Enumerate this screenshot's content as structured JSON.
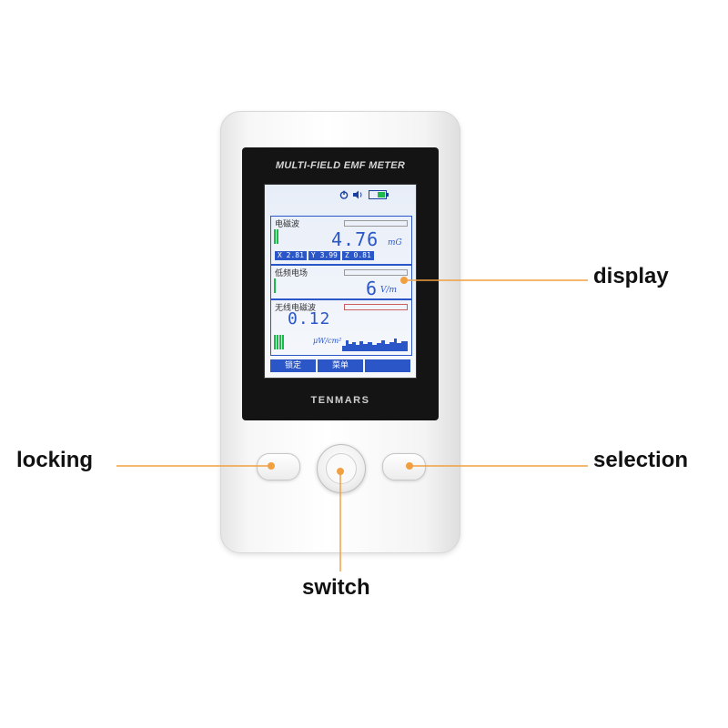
{
  "device": {
    "model_label": "MULTI-FIELD EMF METER",
    "brand": "TENMARS"
  },
  "screen": {
    "panel1": {
      "title": "电磁波",
      "value": "4.76",
      "unit": "mG",
      "axes": [
        {
          "label": "X",
          "value": "2.81"
        },
        {
          "label": "Y",
          "value": "3.99"
        },
        {
          "label": "Z",
          "value": "0.81"
        }
      ]
    },
    "panel2": {
      "title": "低频电场",
      "value": "6",
      "unit": "V/m"
    },
    "panel3": {
      "title": "无线电磁波",
      "value": "0.12",
      "unit": "μW/cm²"
    },
    "soft_keys": [
      "锁定",
      "菜单",
      ""
    ]
  },
  "callouts": {
    "display": "display",
    "locking": "locking",
    "selection": "selection",
    "switch": "switch"
  },
  "colors": {
    "callout_line": "#f0a040",
    "screen_accent": "#2a56c8",
    "level_bar": "#1fb84a"
  },
  "icons": [
    "power-icon",
    "speaker-icon",
    "battery-icon"
  ]
}
